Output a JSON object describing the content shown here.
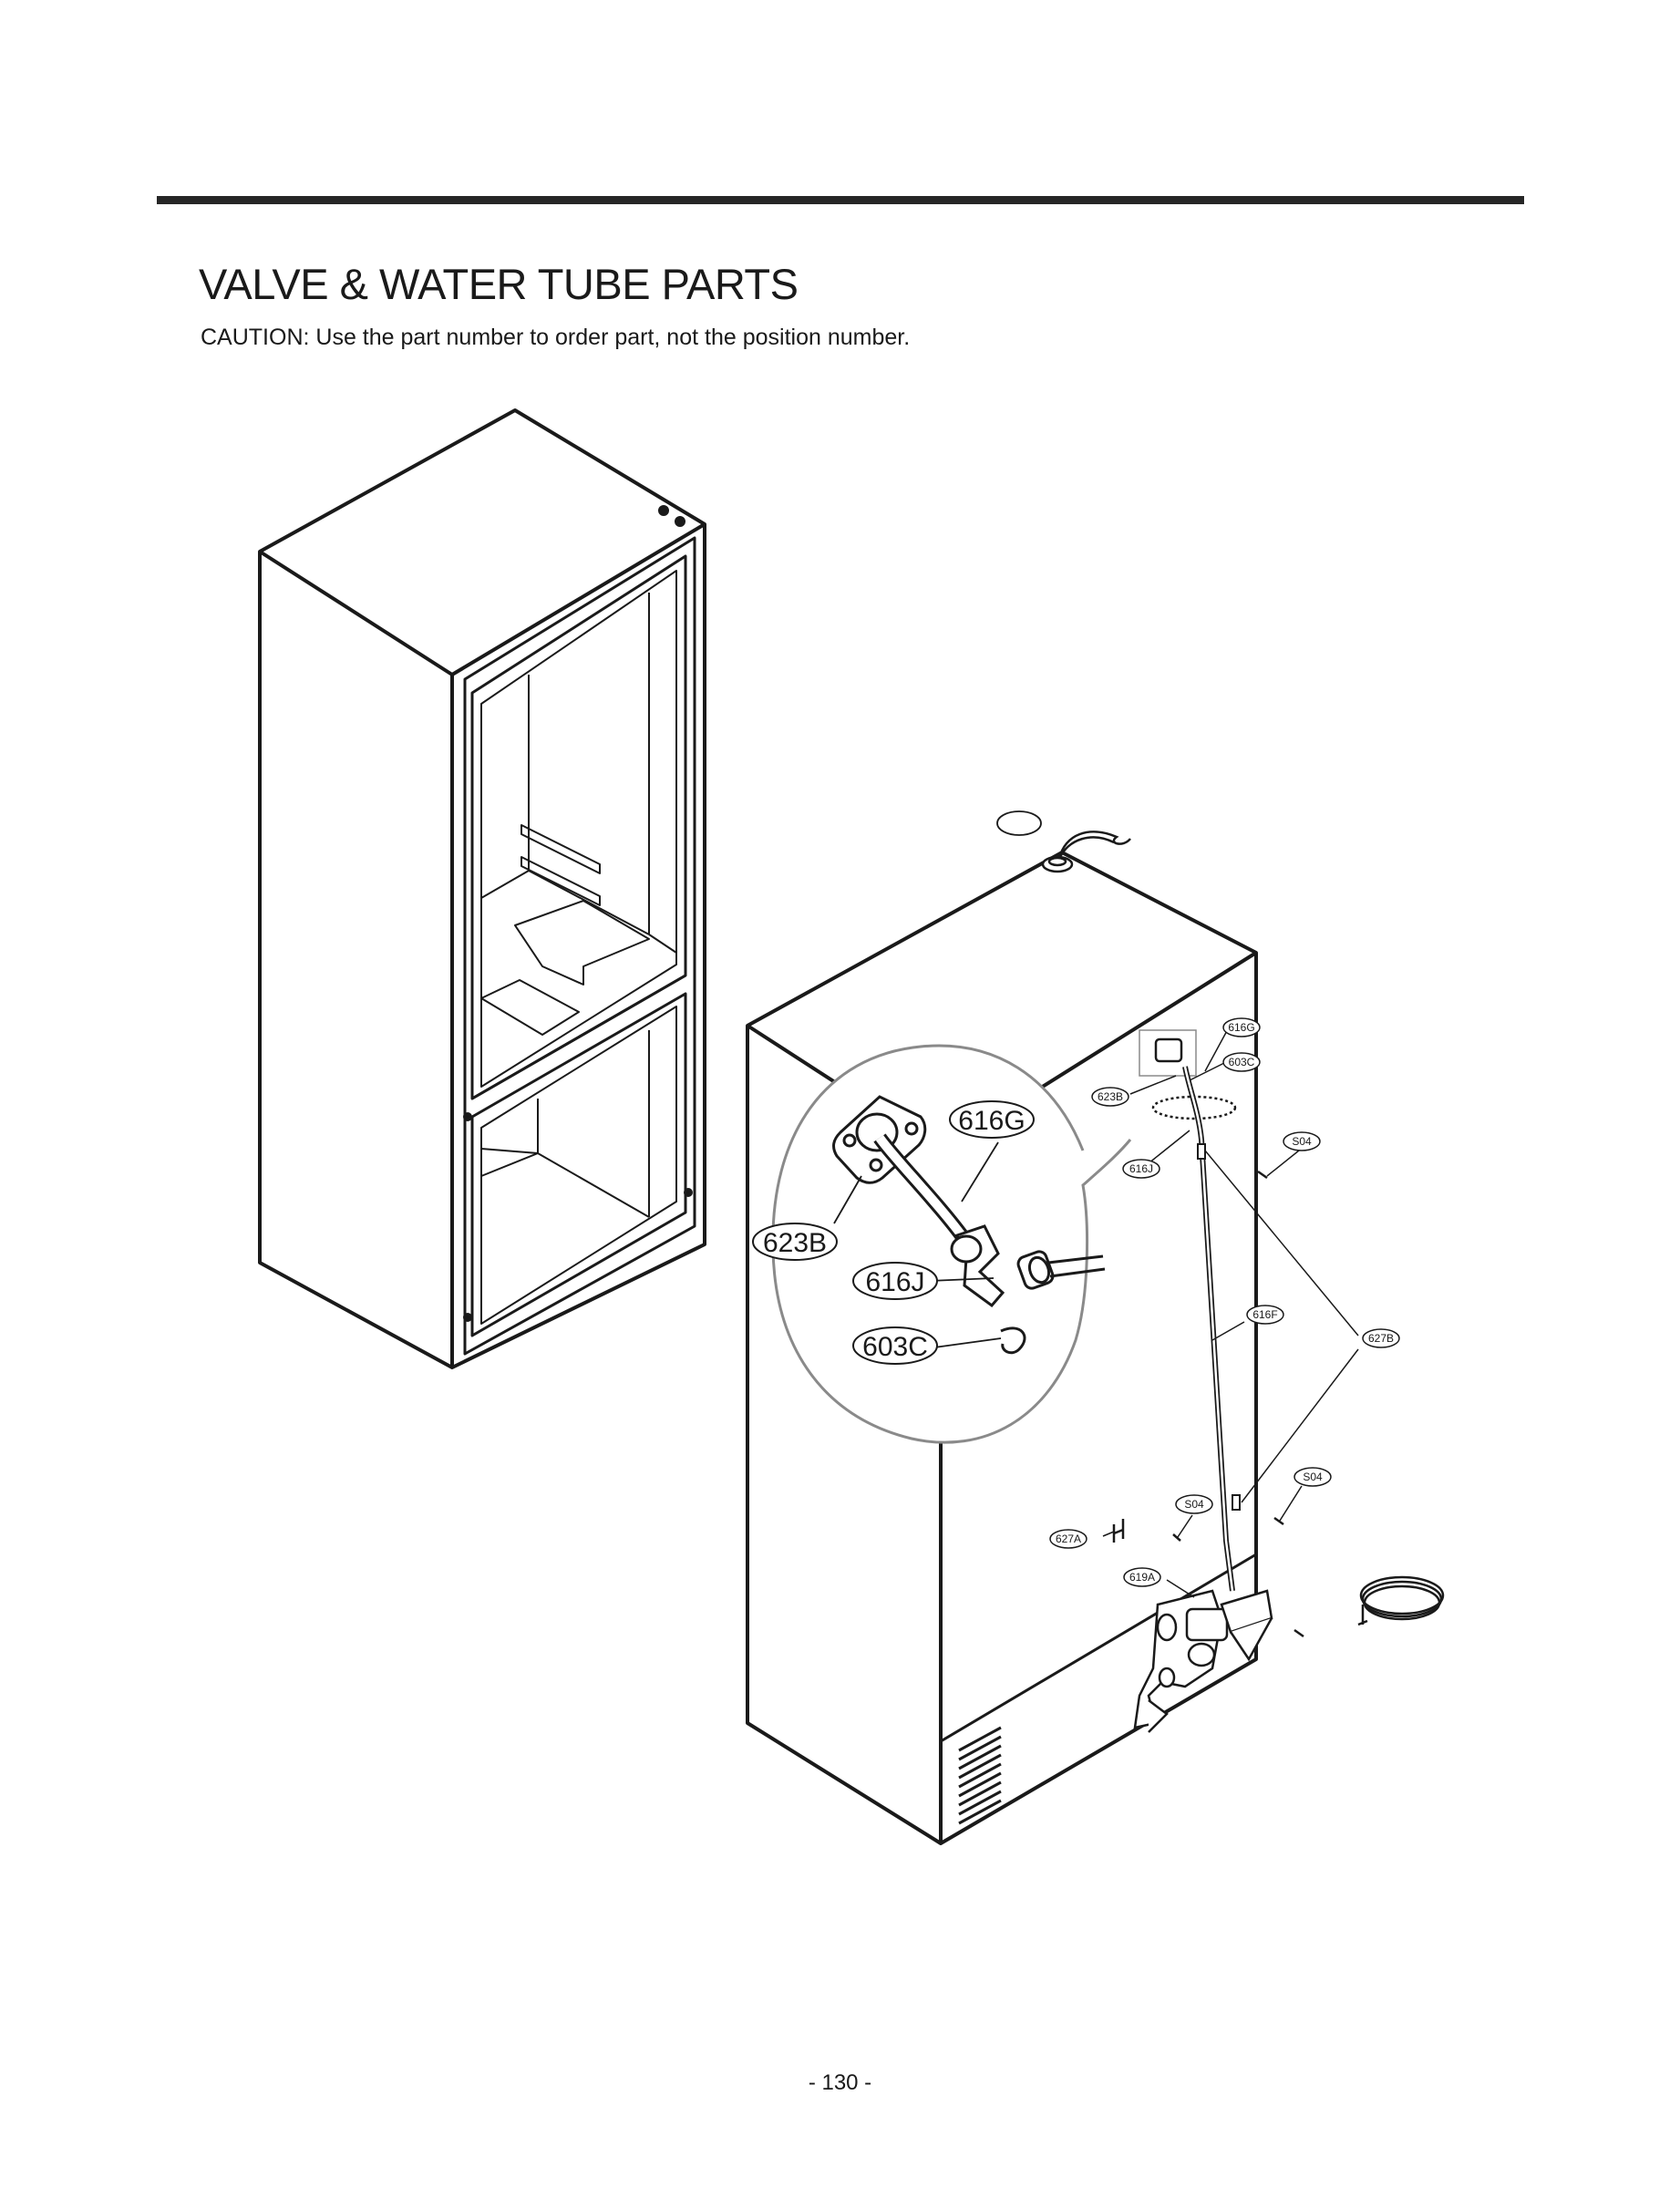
{
  "page": {
    "title": "VALVE & WATER TUBE PARTS",
    "caution": "CAUTION: Use the part number to order part, not the position number.",
    "page_number": "- 130 -"
  },
  "callouts": {
    "big": {
      "g616": "616G",
      "b623": "623B",
      "j616": "616J",
      "c603": "603C"
    },
    "small": {
      "g616": "616G",
      "c603": "603C",
      "b623": "623B",
      "j616": "616J",
      "s04a": "S04",
      "f616": "616F",
      "b627": "627B",
      "s04b": "S04",
      "s04c": "S04",
      "a627": "627A",
      "a619": "619A"
    }
  }
}
